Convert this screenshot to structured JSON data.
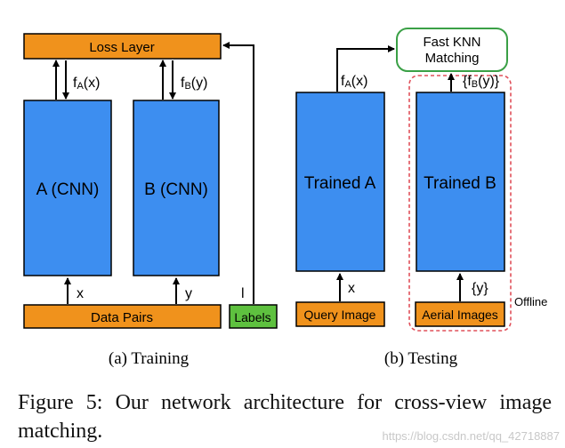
{
  "training": {
    "loss_layer": "Loss Layer",
    "net_a": "A (CNN)",
    "net_b": "B (CNN)",
    "feature_a_f": "f",
    "feature_a_sub": "A",
    "feature_a_arg": "(x)",
    "feature_b_f": "f",
    "feature_b_sub": "B",
    "feature_b_arg": "(y)",
    "input_x": "x",
    "input_y": "y",
    "input_l": "l",
    "data_pairs": "Data Pairs",
    "labels": "Labels",
    "subcaption": "(a) Training"
  },
  "testing": {
    "knn_line1": "Fast KNN",
    "knn_line2": "Matching",
    "trained_a": "Trained A",
    "trained_b": "Trained B",
    "feature_a_f": "f",
    "feature_a_sub": "A",
    "feature_a_arg": "(x)",
    "feature_b_pre": "{f",
    "feature_b_sub": "B",
    "feature_b_arg": "(y)}",
    "input_x": "x",
    "input_y": "{y}",
    "query_image": "Query Image",
    "aerial_images": "Aerial Images",
    "offline": "Offline",
    "subcaption": "(b) Testing"
  },
  "caption": "Figure 5:  Our network architecture for cross-view image matching.",
  "watermark": "https://blog.csdn.net/qq_42718887",
  "colors": {
    "blue": "#3d8ef0",
    "orange": "#f0921c",
    "green": "#5ec13f",
    "knn_border": "#3aa046",
    "offline_border": "#e0505a"
  }
}
